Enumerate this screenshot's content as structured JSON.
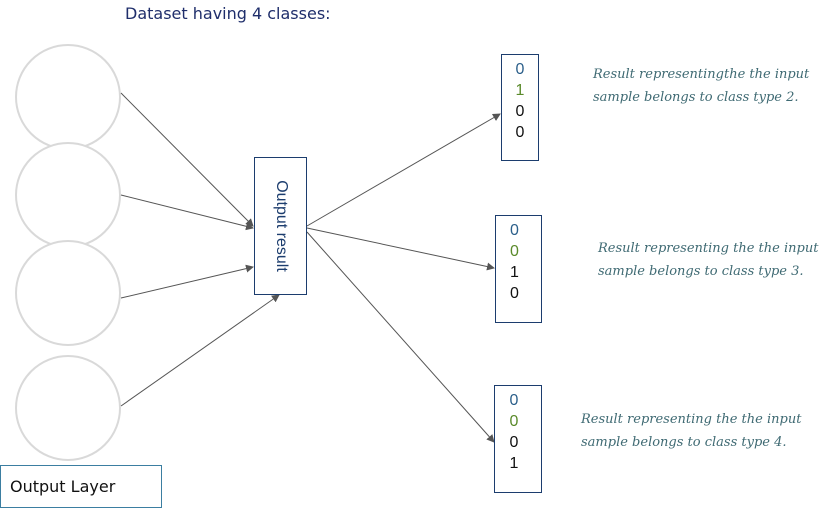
{
  "title": "Dataset having 4 classes:",
  "center_box": {
    "label": "Output result"
  },
  "layer_label": "Output Layer",
  "colors": {
    "digit_first": "#2b5f8a",
    "digit_second": "#5a8a2a",
    "digit_rest": "#111111",
    "note_text": "#3f6a73",
    "arrows": "#555555",
    "circle_stroke": "#d9d9d9"
  },
  "outputs": [
    {
      "digits": [
        "0",
        "1",
        "0",
        "0"
      ],
      "note_line1": "Result representingthe the input",
      "note_line2": "sample belongs to class type 2."
    },
    {
      "digits": [
        "0",
        "0",
        "1",
        "0"
      ],
      "note_line1": "Result representing  the the input",
      "note_line2": "sample belongs to class type 3."
    },
    {
      "digits": [
        "0",
        "0",
        "0",
        "1"
      ],
      "note_line1": "Result representing the the input",
      "note_line2": "sample belongs to class type 4."
    }
  ]
}
